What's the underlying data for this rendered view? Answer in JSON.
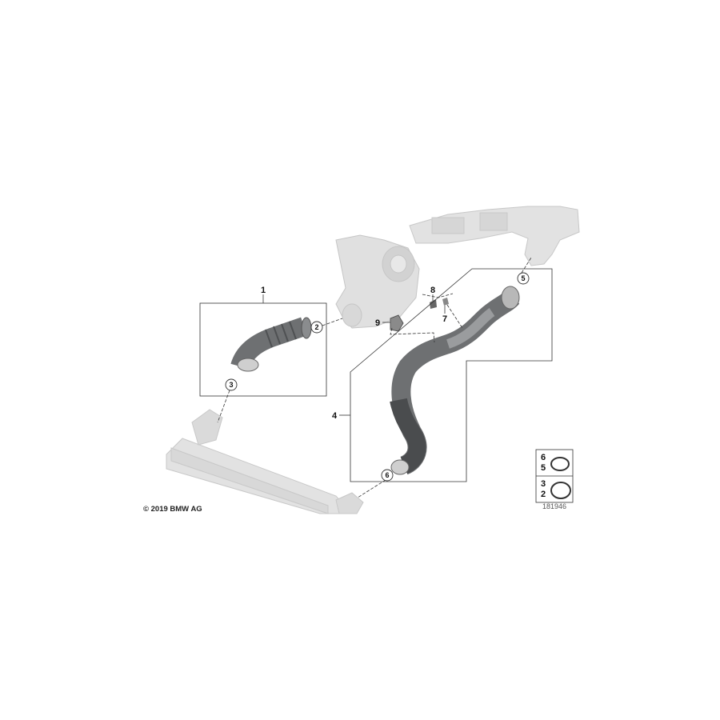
{
  "diagram": {
    "callouts": {
      "part_1": "1",
      "part_2": "2",
      "part_3": "3",
      "part_4": "4",
      "part_5": "5",
      "part_6": "6",
      "part_7": "7",
      "part_8": "8",
      "part_9": "9"
    },
    "legend": {
      "upper": {
        "top": "6",
        "bottom": "5"
      },
      "lower": {
        "top": "3",
        "bottom": "2"
      }
    },
    "image_number": "181946",
    "copyright": "© 2019 BMW AG",
    "colors": {
      "hose": "#6e7072",
      "hose_dark": "#4a4c4e",
      "background_parts": "#dcdcdc",
      "lines": "#333333"
    }
  }
}
